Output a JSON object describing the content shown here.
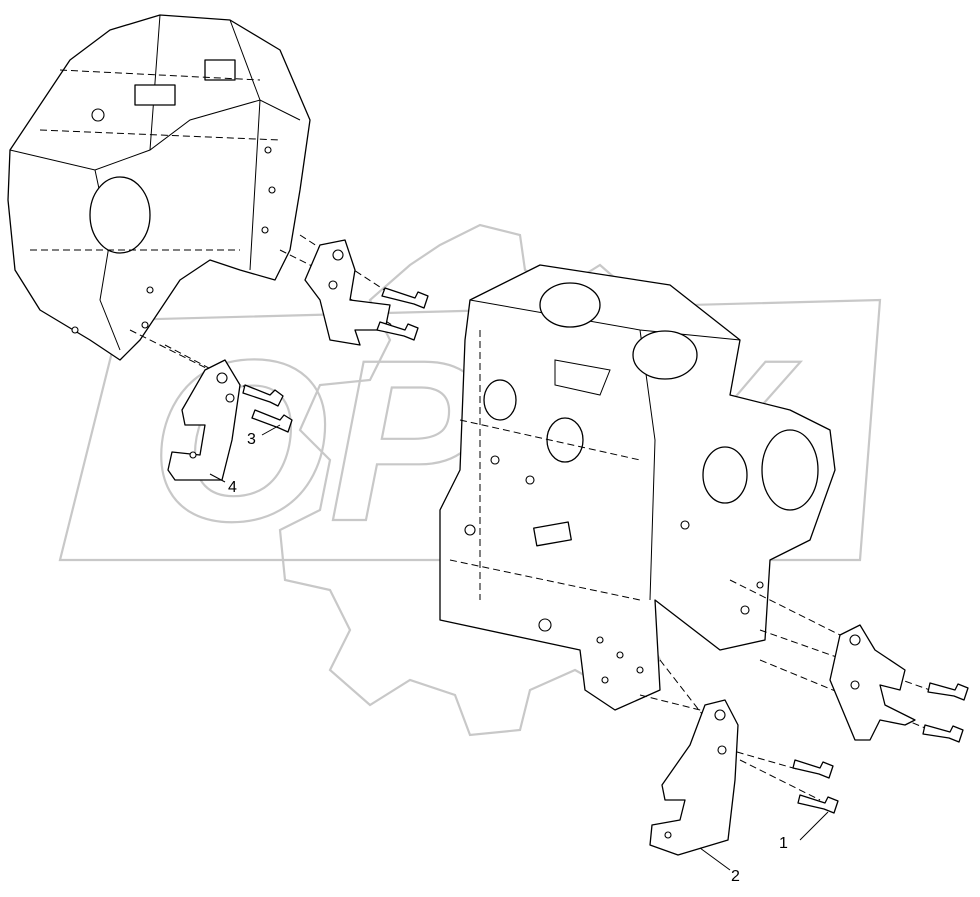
{
  "diagram": {
    "watermark": {
      "text": "OPEX",
      "icon": "gear-logo"
    },
    "callouts": [
      {
        "label": "1",
        "part": "bolt"
      },
      {
        "label": "2",
        "part": "bracket-front"
      },
      {
        "label": "3",
        "part": "bolt"
      },
      {
        "label": "4",
        "part": "bracket-rear"
      }
    ]
  }
}
